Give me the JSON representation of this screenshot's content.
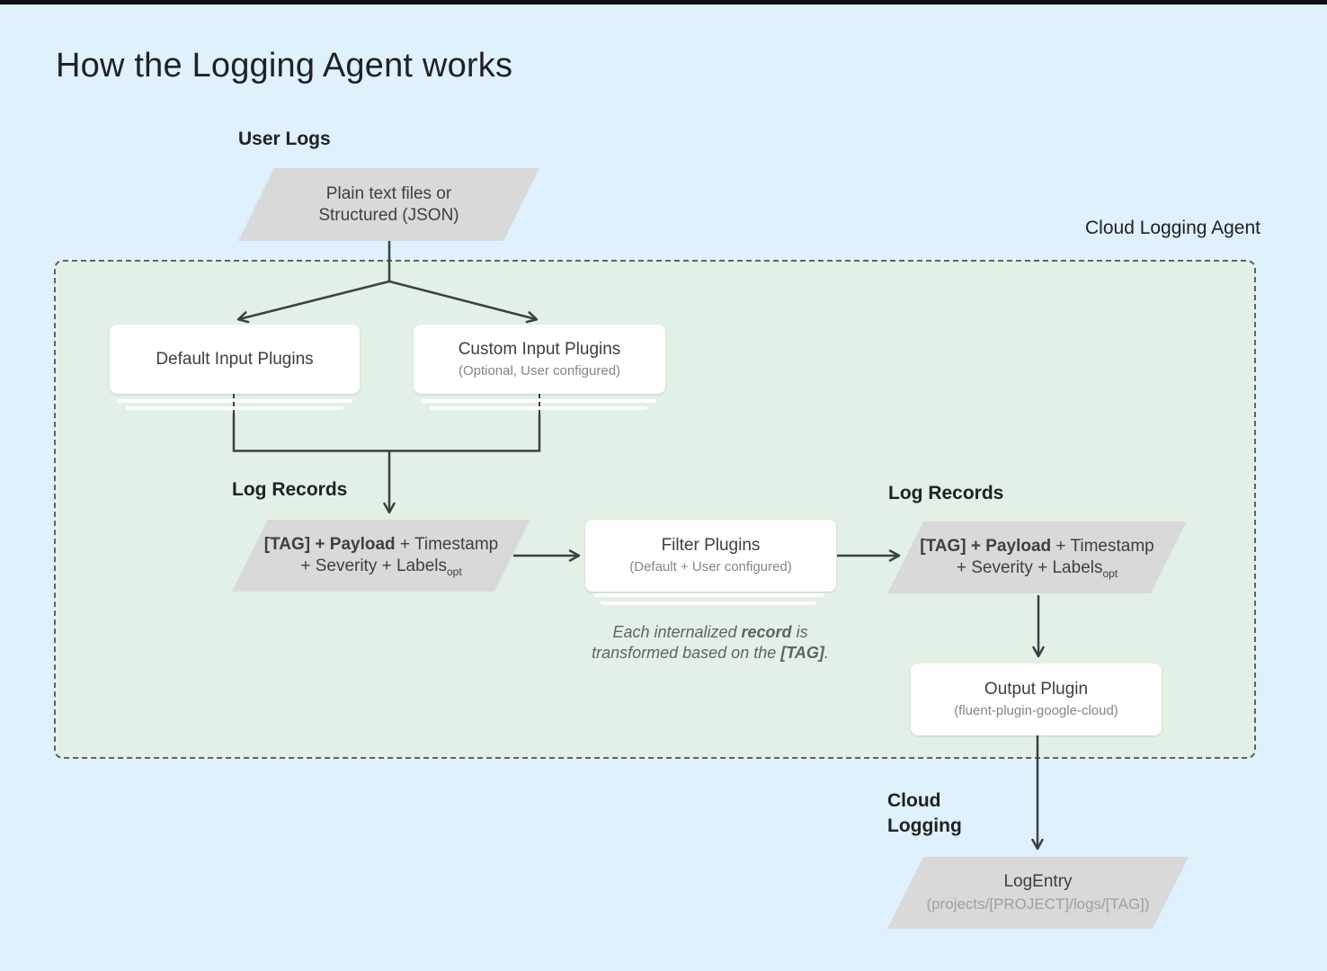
{
  "title": "How the Logging Agent works",
  "labels": {
    "user_logs": "User Logs",
    "cloud_logging_agent": "Cloud Logging Agent",
    "log_records_left": "Log Records",
    "log_records_right": "Log Records",
    "cloud_logging": [
      "Cloud",
      "Logging"
    ]
  },
  "nodes": {
    "user_input": {
      "line1": "Plain text files or",
      "line2": "Structured (JSON)"
    },
    "default_input": {
      "title": "Default Input Plugins"
    },
    "custom_input": {
      "title": "Custom Input Plugins",
      "subtitle": "(Optional, User configured)"
    },
    "record_left": {
      "bold": "[TAG] + Payload",
      "regular": " + Timestamp",
      "line2": "+ Severity + Labels",
      "subscript": "opt"
    },
    "filter": {
      "title": "Filter Plugins",
      "subtitle": "(Default + User configured)"
    },
    "record_right": {
      "bold": "[TAG] + Payload",
      "regular": " + Timestamp",
      "line2": "+ Severity + Labels",
      "subscript": "opt"
    },
    "output": {
      "title": "Output Plugin",
      "subtitle": "(fluent-plugin-google-cloud)"
    },
    "log_entry": {
      "title": "LogEntry",
      "subtitle": "(projects/[PROJECT]/logs/[TAG])"
    }
  },
  "note": {
    "part1": "Each internalized ",
    "bold1": "record",
    "part2": " is transformed based on the ",
    "bold2": "[TAG]",
    "part3": "."
  },
  "colors": {
    "background": "#def1fc",
    "agent_fill": "#e3f0e6",
    "agent_border": "#5f6368",
    "parallelogram": "#d9d9d9",
    "line": "#3c4043",
    "text_dark": "#202124",
    "text_body": "#3c4043",
    "text_subtitle": "#80868b",
    "text_note": "#5f6368",
    "text_subtle": "#9aa0a6",
    "top_bar": "#0c0f14",
    "node_fill": "#ffffff"
  }
}
